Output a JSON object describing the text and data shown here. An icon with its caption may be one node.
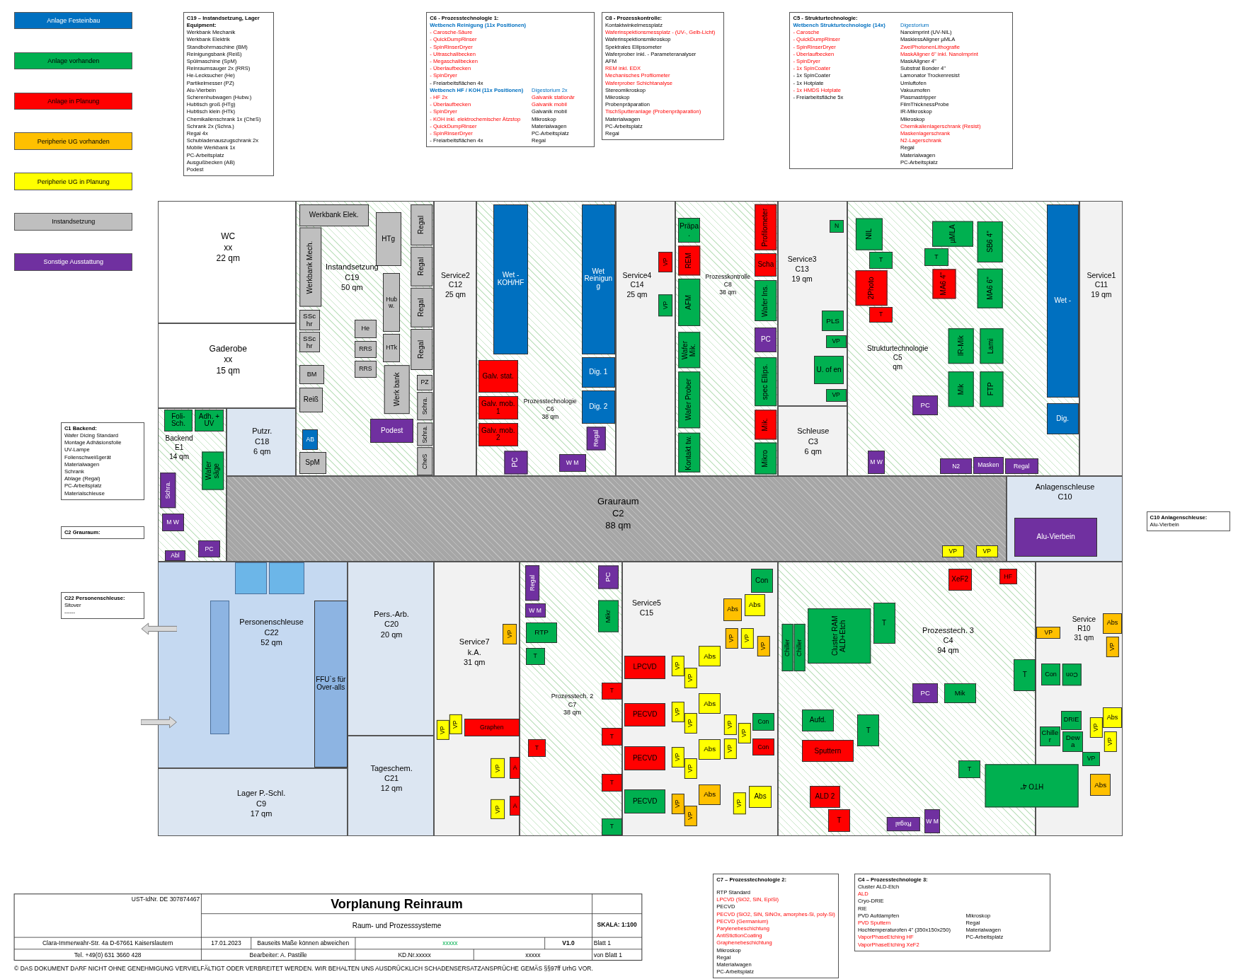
{
  "diagram": {
    "title": "Vorplanung Reinraum",
    "nodes": [
      {
        "text": [
          "C19 – Instandsetzung, Lager",
          "Equipment:",
          "Werkbank Mechanik",
          "Werkbank Elektrik",
          "Standbohrmaschine (BM)",
          "Reinigungsbank (Reiß)",
          "Spülmaschine (SpM)",
          "Reinraumsauger 2x (RRS)",
          "He-Lecksucher (He)",
          "Partikelmesser (PZ)",
          "Alu-Vierbein",
          "Scherenhubwagen (Hubw.)",
          "Hubtisch groß (HTg)",
          "Hubtisch klein (HTk)",
          "Chemikalienschrank 1x (CheS)",
          "Schrank 2x (Schra.)",
          "Regal 4x",
          "Schubladenauszugschrank 2x",
          "Mobile Werkbank 1x",
          "PC-Arbeitsplatz",
          "Ausgußbecken (AB)",
          "Podest"
        ]
      },
      {
        "text": [
          "C6 - Prozesstechnologie 1:",
          "Wetbench Reinigung (11x Positionen)",
          "- Carosche-Säure",
          "- QuickDumpRinser",
          "- SpinRinserDryer",
          "- Ultraschallbecken",
          "- Megaschallbecken",
          "- Überlaufbecken",
          "- SpinDryer",
          "- Freiarbeitsflächen 4x",
          "Wetbench HF / KOH (11x Positionen)",
          "- HF 2x",
          "- Überlaufbecken",
          "- SpinDryer",
          "- KOH inkl. elektrochemischer Ätzstop",
          "- QuickDumpRinser",
          "- SpinRinserDryer",
          "- Freiarbeitsflächen 4x",
          "Digestorium 2x",
          "Galvanik stationär",
          "Galvanik mobil",
          "Galvanik mobil",
          "Mikroskop",
          "Materialwagen",
          "PC-Arbeitsplatz",
          "Regal"
        ]
      },
      {
        "text": [
          "C8 - Prozesskontrolle:",
          "Kontaktwinkelmessplatz",
          "Waferinspektionsmessplatz - (UV-, Gelb-Licht)",
          "Waferinspektionsmikroskop",
          "Spektrales Ellipsometer",
          "Waferprober inkl. - Parameteranalyser",
          "AFM",
          "REM inkl. EDX",
          "Mechanisches Profilometer",
          "Waferprober Schichtanalyse",
          "Stereomikroskop",
          "Mikroskop",
          "Probenpräparation",
          "TischSputteranlage (Probenpräparation)",
          "Materialwagen",
          "PC-Arbeitsplatz",
          "Regal"
        ]
      },
      {
        "text": [
          "C5 - Strukturtechnologie:",
          "Wetbench Strukturtechnologie (14x)",
          "- Carosche",
          "- QuickDumpRinser",
          "- SpinRinserDryer",
          "- Überlaufbecken",
          "- SpinDryer",
          "- 1x SpinCoater",
          "- 1x SpinCoater",
          "- 1x Hotplate",
          "- 1x HMDS Hotplate",
          "- Freiarbeitsfläche 5x",
          "Digestorium",
          "Nanoimprint (UV-NIL)",
          "MasklessAligner µMLA",
          "ZweiPhotonenLithografie",
          "MaskAligner 6\" inkl. NanoImprint",
          "MaskAligner 4\"",
          "Substrat Bonder 4\"",
          "Lamonator Trockenresist",
          "Umluftofen",
          "Vakuumofen",
          "Plasmastripper",
          "FilmThicknessProbe",
          "IR-Mikroskop",
          "Mikroskop",
          "Chemikalienlagerschrank (Resist)",
          "Maskenlagerschrank",
          "N2-Lagerschrank",
          "Regal",
          "Materialwagen",
          "PC-Arbeitsplatz"
        ]
      },
      {
        "text": [
          "C1 Backend:",
          "Wafer Dicing Standard",
          "Montage Adhäsionsfolie",
          "UV-Lampe",
          "Folienschweißgerät",
          "Materialwagen",
          "Schrank",
          "Ablage (Regal)",
          "PC-Arbeitsplatz",
          "Materialschleuse"
        ]
      },
      {
        "text": [
          "C2 Grauraum:"
        ]
      },
      {
        "text": [
          "C22 Personenschleuse:",
          "Sitover",
          "------"
        ]
      },
      {
        "text": [
          "C10 Anlagenschleuse:",
          "Alu-Vierbein"
        ]
      },
      {
        "text": [
          "C7 – Prozesstechnologie 2:",
          "RTP Standard",
          "LPCVD (SiO2, SiN, EpiSi)",
          "PECVD",
          "PECVD (SiO2, SiN, SiNOx, amorphes-Si, poly-Si)",
          "PECVD (Germanium)",
          "Parylenebeschichtung",
          "AntiStictionCoating",
          "Graphenebeschichtung",
          "Mikroskop",
          "Regal",
          "Materialwagen",
          "PC-Arbeitsplatz"
        ]
      },
      {
        "text": [
          "C4 – Prozesstechnologie 3:",
          "Cluster ALD-Etch",
          "ALD",
          "Cryo-DRIE",
          "RIE",
          "PVD Aufdampfen",
          "PVD Sputtern",
          "Hochtemperaturofen 4\" (350x150x250)",
          "VaporPhaseEtching HF",
          "VaporPhaseEtching XeF2",
          "Mikroskop",
          "Regal",
          "Materialwagen",
          "PC-Arbeitsplatz"
        ]
      },
      {
        "text": [
          "WC",
          "xx",
          "22 qm"
        ]
      },
      {
        "text": [
          "Gaderobe",
          "xx",
          "15 qm"
        ]
      },
      {
        "text": [
          "Backend",
          "E1",
          "14 qm"
        ]
      },
      {
        "text": [
          "Foli- Sch."
        ],
        "in": 12
      },
      {
        "text": [
          "Adh. + UV"
        ],
        "in": 12
      },
      {
        "text": [
          "Wafer säge"
        ],
        "in": 12
      },
      {
        "text": [
          "Schra."
        ],
        "in": 12
      },
      {
        "text": [
          "M W"
        ],
        "in": 12
      },
      {
        "text": [
          "PC"
        ],
        "in": 12
      },
      {
        "text": [
          "Abl"
        ],
        "in": 12
      },
      {
        "text": [
          "Putzr.",
          "C18",
          "6 qm"
        ]
      },
      {
        "text": [
          "Instandsetzung",
          "C19",
          "50 qm"
        ]
      },
      {
        "text": [
          "Werkbank Elek."
        ],
        "in": 21
      },
      {
        "text": [
          "Werkbank Mech."
        ],
        "in": 21
      },
      {
        "text": [
          "HTg"
        ],
        "in": 21
      },
      {
        "text": [
          "Regal"
        ],
        "in": 21
      },
      {
        "text": [
          "Regal"
        ],
        "in": 21
      },
      {
        "text": [
          "Regal"
        ],
        "in": 21
      },
      {
        "text": [
          "Regal"
        ],
        "in": 21
      },
      {
        "text": [
          "SSc hr"
        ],
        "in": 21
      },
      {
        "text": [
          "SSc hr"
        ],
        "in": 21
      },
      {
        "text": [
          "Hubw."
        ],
        "in": 21
      },
      {
        "text": [
          "HTk"
        ],
        "in": 21
      },
      {
        "text": [
          "He"
        ],
        "in": 21
      },
      {
        "text": [
          "RRS"
        ],
        "in": 21
      },
      {
        "text": [
          "RRS"
        ],
        "in": 21
      },
      {
        "text": [
          "BM"
        ],
        "in": 21
      },
      {
        "text": [
          "Reiß"
        ],
        "in": 21
      },
      {
        "text": [
          "Werk bank"
        ],
        "in": 21
      },
      {
        "text": [
          "PZ"
        ],
        "in": 21
      },
      {
        "text": [
          "Schra."
        ],
        "in": 21
      },
      {
        "text": [
          "Schra."
        ],
        "in": 21
      },
      {
        "text": [
          "CheS"
        ],
        "in": 21
      },
      {
        "text": [
          "Podest"
        ],
        "in": 21
      },
      {
        "text": [
          "AB"
        ],
        "in": 21
      },
      {
        "text": [
          "SpM"
        ],
        "in": 21
      },
      {
        "text": [
          "Service2",
          "C12",
          "25 qm"
        ]
      },
      {
        "text": [
          "Prozesstechnologie",
          "C6",
          "38 qm"
        ]
      },
      {
        "text": [
          "Wet - KOH/HF"
        ],
        "in": 47
      },
      {
        "text": [
          "Wet Reinigung"
        ],
        "in": 47
      },
      {
        "text": [
          "Galv. stat."
        ],
        "in": 47
      },
      {
        "text": [
          "Galv. mob. 1"
        ],
        "in": 47
      },
      {
        "text": [
          "Galv. mob. 2"
        ],
        "in": 47
      },
      {
        "text": [
          "PC"
        ],
        "in": 47
      },
      {
        "text": [
          "Dig. 1"
        ],
        "in": 47
      },
      {
        "text": [
          "Dig. 2"
        ],
        "in": 47
      },
      {
        "text": [
          "Regal"
        ],
        "in": 47
      },
      {
        "text": [
          "W M"
        ],
        "in": 47
      },
      {
        "text": [
          "Service4",
          "C14",
          "25 qm"
        ]
      },
      {
        "text": [
          "VP"
        ],
        "in": 58
      },
      {
        "text": [
          "VP"
        ],
        "in": 58
      },
      {
        "text": [
          "Prozesskontrolle",
          "C8",
          "38 qm"
        ]
      },
      {
        "text": [
          "Präpa."
        ],
        "in": 61
      },
      {
        "text": [
          "REM"
        ],
        "in": 61
      },
      {
        "text": [
          "AFM"
        ],
        "in": 61
      },
      {
        "text": [
          "Wafer Mik."
        ],
        "in": 61
      },
      {
        "text": [
          "Wafer Prober"
        ],
        "in": 61
      },
      {
        "text": [
          "Kontakt tw."
        ],
        "in": 61
      },
      {
        "text": [
          "Profilometer"
        ],
        "in": 61
      },
      {
        "text": [
          "Scha"
        ],
        "in": 61
      },
      {
        "text": [
          "Wafer Ins."
        ],
        "in": 61
      },
      {
        "text": [
          "PC"
        ],
        "in": 61
      },
      {
        "text": [
          "spec Ellips."
        ],
        "in": 61
      },
      {
        "text": [
          "Mik."
        ],
        "in": 61
      },
      {
        "text": [
          "Mikro"
        ],
        "in": 61
      },
      {
        "text": [
          "Service3",
          "C13",
          "19 qm"
        ]
      },
      {
        "text": [
          "N"
        ],
        "in": 75
      },
      {
        "text": [
          "PLS"
        ],
        "in": 75
      },
      {
        "text": [
          "VP"
        ],
        "in": 75
      },
      {
        "text": [
          "U. of en"
        ],
        "in": 75
      },
      {
        "text": [
          "VP"
        ],
        "in": 75
      },
      {
        "text": [
          "Schleuse",
          "C3",
          "6 qm"
        ]
      },
      {
        "text": [
          "Strukturtechnologie",
          "C5",
          "qm"
        ]
      },
      {
        "text": [
          "NIL"
        ],
        "in": 82
      },
      {
        "text": [
          "T"
        ],
        "in": 82
      },
      {
        "text": [
          "µMLA"
        ],
        "in": 82
      },
      {
        "text": [
          "T"
        ],
        "in": 82
      },
      {
        "text": [
          "SB6 4\""
        ],
        "in": 82
      },
      {
        "text": [
          "2Photo"
        ],
        "in": 82
      },
      {
        "text": [
          "T"
        ],
        "in": 82
      },
      {
        "text": [
          "MA6 4\""
        ],
        "in": 82
      },
      {
        "text": [
          "MA6 6\""
        ],
        "in": 82
      },
      {
        "text": [
          "IR-Mik"
        ],
        "in": 82
      },
      {
        "text": [
          "Lami"
        ],
        "in": 82
      },
      {
        "text": [
          "Mik"
        ],
        "in": 82
      },
      {
        "text": [
          "FTP"
        ],
        "in": 82
      },
      {
        "text": [
          "PC"
        ],
        "in": 82
      },
      {
        "text": [
          "M W"
        ],
        "in": 82
      },
      {
        "text": [
          "N2"
        ],
        "in": 82
      },
      {
        "text": [
          "Masken"
        ],
        "in": 82
      },
      {
        "text": [
          "Regal"
        ],
        "in": 82
      },
      {
        "text": [
          "Wet -"
        ],
        "in": 82
      },
      {
        "text": [
          "Dig."
        ],
        "in": 82
      },
      {
        "text": [
          "Service1",
          "C11",
          "19 qm"
        ]
      },
      {
        "text": [
          "Grauraum",
          "C2",
          "88 qm"
        ]
      },
      {
        "text": [
          "VP"
        ],
        "in": 104
      },
      {
        "text": [
          "VP"
        ],
        "in": 104
      },
      {
        "text": [
          "Anlagenschleuse",
          "C10"
        ]
      },
      {
        "text": [
          "Alu-Vierbein"
        ],
        "in": 107
      },
      {
        "text": [
          "Personenschleuse",
          "C22",
          "52 qm"
        ]
      },
      {
        "text": [
          "FFU`s für Over-alls"
        ],
        "in": 109
      },
      {
        "text": [
          "Pers.-Arb.",
          "C20",
          "20 qm"
        ]
      },
      {
        "text": [
          "Tageschem.",
          "C21",
          "12 qm"
        ]
      },
      {
        "text": [
          "Lager P.-Schl.",
          "C9",
          "17 qm"
        ]
      },
      {
        "text": [
          "Service7",
          "k.A.",
          "31 qm"
        ]
      },
      {
        "text": [
          "VP"
        ],
        "in": 114
      },
      {
        "text": [
          "VP"
        ],
        "in": 114
      },
      {
        "text": [
          "VP"
        ],
        "in": 114
      },
      {
        "text": [
          "Graphen"
        ],
        "in": 114
      },
      {
        "text": [
          "VP"
        ],
        "in": 114
      },
      {
        "text": [
          "A"
        ],
        "in": 114
      },
      {
        "text": [
          "VP"
        ],
        "in": 114
      },
      {
        "text": [
          "A"
        ],
        "in": 114
      },
      {
        "text": [
          "Prozesstech. 2",
          "C7",
          "38 qm"
        ]
      },
      {
        "text": [
          "Regal"
        ],
        "in": 123
      },
      {
        "text": [
          "W M"
        ],
        "in": 123
      },
      {
        "text": [
          "PC"
        ],
        "in": 123
      },
      {
        "text": [
          "RTP"
        ],
        "in": 123
      },
      {
        "text": [
          "T"
        ],
        "in": 123
      },
      {
        "text": [
          "Mikr"
        ],
        "in": 123
      },
      {
        "text": [
          "T"
        ],
        "in": 123
      },
      {
        "text": [
          "T"
        ],
        "in": 123
      },
      {
        "text": [
          "T"
        ],
        "in": 123
      },
      {
        "text": [
          "T"
        ],
        "in": 123
      },
      {
        "text": [
          "T"
        ],
        "in": 123
      },
      {
        "text": [
          "Service5",
          "C15"
        ]
      },
      {
        "text": [
          "LPCVD"
        ],
        "in": 135
      },
      {
        "text": [
          "PECVD"
        ],
        "in": 135
      },
      {
        "text": [
          "PECVD"
        ],
        "in": 135
      },
      {
        "text": [
          "PECVD"
        ],
        "in": 135
      },
      {
        "text": [
          "VP"
        ],
        "in": 135
      },
      {
        "text": [
          "VP"
        ],
        "in": 135
      },
      {
        "text": [
          "Abs"
        ],
        "in": 135
      },
      {
        "text": [
          "VP"
        ],
        "in": 135
      },
      {
        "text": [
          "VP"
        ],
        "in": 135
      },
      {
        "text": [
          "Abs"
        ],
        "in": 135
      },
      {
        "text": [
          "VP"
        ],
        "in": 135
      },
      {
        "text": [
          "VP"
        ],
        "in": 135
      },
      {
        "text": [
          "Abs"
        ],
        "in": 135
      },
      {
        "text": [
          "VP"
        ],
        "in": 135
      },
      {
        "text": [
          "VP"
        ],
        "in": 135
      },
      {
        "text": [
          "Abs"
        ],
        "in": 135
      },
      {
        "text": [
          "VP"
        ],
        "in": 135
      },
      {
        "text": [
          "VP"
        ],
        "in": 135
      },
      {
        "text": [
          "VP"
        ],
        "in": 135
      },
      {
        "text": [
          "Abs"
        ],
        "in": 135
      },
      {
        "text": [
          "Abs"
        ],
        "in": 135
      },
      {
        "text": [
          "VP"
        ],
        "in": 135
      },
      {
        "text": [
          "VP"
        ],
        "in": 135
      },
      {
        "text": [
          "VP"
        ],
        "in": 135
      },
      {
        "text": [
          "Con"
        ],
        "in": 135
      },
      {
        "text": [
          "Con"
        ],
        "in": 135
      },
      {
        "text": [
          "Con"
        ],
        "in": 135
      },
      {
        "text": [
          "VP"
        ],
        "in": 135
      },
      {
        "text": [
          "Abs"
        ],
        "in": 135
      },
      {
        "text": [
          "Prozesstech. 3",
          "C4",
          "94 qm"
        ]
      },
      {
        "text": [
          "Chiller"
        ],
        "in": 165
      },
      {
        "text": [
          "Chiller"
        ],
        "in": 165
      },
      {
        "text": [
          "Cluster RAM ALD+Etch"
        ],
        "in": 165
      },
      {
        "text": [
          "T"
        ],
        "in": 165
      },
      {
        "text": [
          "PC"
        ],
        "in": 165
      },
      {
        "text": [
          "Mik"
        ],
        "in": 165
      },
      {
        "text": [
          "Aufd."
        ],
        "in": 165
      },
      {
        "text": [
          "T"
        ],
        "in": 165
      },
      {
        "text": [
          "Sputtern"
        ],
        "in": 165
      },
      {
        "text": [
          "T"
        ],
        "in": 165
      },
      {
        "text": [
          "ALD 2"
        ],
        "in": 165
      },
      {
        "text": [
          "T"
        ],
        "in": 165
      },
      {
        "text": [
          "Regal"
        ],
        "in": 165
      },
      {
        "text": [
          "W M"
        ],
        "in": 165
      },
      {
        "text": [
          "XeF2"
        ],
        "in": 165
      },
      {
        "text": [
          "HF"
        ],
        "in": 165
      },
      {
        "text": [
          "T"
        ],
        "in": 165
      },
      {
        "text": [
          "Service",
          "R10",
          "31 qm"
        ]
      },
      {
        "text": [
          "Con"
        ],
        "in": 183
      },
      {
        "text": [
          "Con"
        ],
        "in": 183
      },
      {
        "text": [
          "VP"
        ],
        "in": 183
      },
      {
        "text": [
          "Abs"
        ],
        "in": 183
      },
      {
        "text": [
          "VP"
        ],
        "in": 183
      },
      {
        "text": [
          "DRIE"
        ],
        "in": 183
      },
      {
        "text": [
          "Dewa"
        ],
        "in": 183
      },
      {
        "text": [
          "Chiller"
        ],
        "in": 183
      },
      {
        "text": [
          "VP"
        ],
        "in": 183
      },
      {
        "text": [
          "VP"
        ],
        "in": 183
      },
      {
        "text": [
          "Abs"
        ],
        "in": 183
      },
      {
        "text": [
          "Abs"
        ],
        "in": 183
      },
      {
        "text": [
          "VP"
        ],
        "in": 183
      },
      {
        "text": [
          "HTO 4\""
        ]
      }
    ],
    "labels": [
      "UST-IdNr. DE 307874467",
      "Raum- und Prozesssysteme",
      "SKALA: 1:100",
      "Clara-Immerwahr-Str. 4a  D-67661 Kaiserslautern",
      "17.01.2023",
      "Bauseits Maße können abweichen",
      "xxxxx",
      "V1.0",
      "Blatt 1",
      "Tel. +49(0) 631 3660 428",
      "Bearbeiter:  A. Pastille",
      "KD.Nr.xxxxx",
      "xxxxx",
      "von Blatt 1",
      "© DAS DOKUMENT DARF NICHT OHNE GENEHMIGUNG VERVIELFÄLTIGT ODER VERBREITET WERDEN. WIR BEHALTEN UNS AUSDRÜCKLICH SCHADENSERSATZANSPRÜCHE GEMÄS §§97ff UrhG VOR."
    ],
    "legend": [
      {
        "text": "Anlage Festeinbau",
        "color": "#0070c0"
      },
      {
        "text": "Anlage vorhanden",
        "color": "#00b050"
      },
      {
        "text": "Anlage in Planung",
        "color": "#ff0000"
      },
      {
        "text": "Peripherie UG vorhanden",
        "color": "#ffc000"
      },
      {
        "text": "Peripherie UG in Planung",
        "color": "#ffff00"
      },
      {
        "text": "Instandsetzung",
        "color": "#bfbfbf"
      },
      {
        "text": "Sonstige Ausstattung",
        "color": "#7030a0"
      }
    ]
  }
}
